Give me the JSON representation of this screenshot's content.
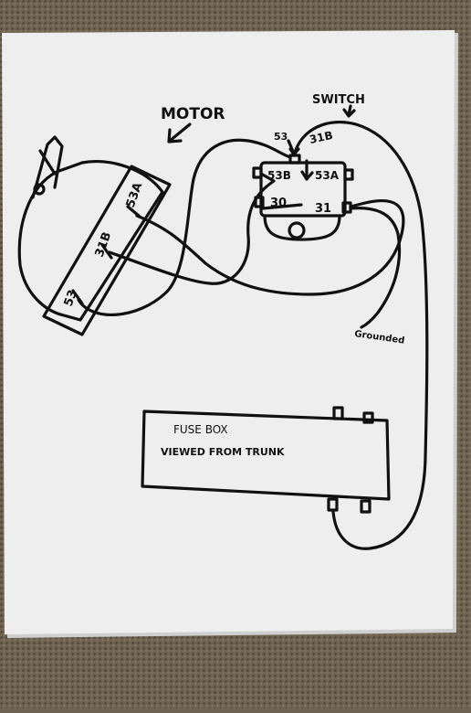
{
  "colors": {
    "carpet": "#6f6452",
    "carpet_dark": "#4a4236",
    "paper": "#eeeeee",
    "paper_shadow": "#cfcfcf",
    "ink": "#111111"
  },
  "labels": {
    "motor": "MOTOR",
    "switch": "SWITCH",
    "motor_terminal_53a": "53A",
    "motor_terminal_31b": "31B",
    "motor_terminal_53": "53",
    "switch_terminal_53": "53",
    "switch_terminal_31b": "31B",
    "switch_terminal_53b": "53B",
    "switch_terminal_53a": "53A",
    "switch_terminal_30": "30",
    "switch_terminal_31": "31",
    "grounded": "Grounded",
    "fuse_box_line1": "FUSE BOX",
    "fuse_box_line2": "VIEWED FROM TRUNK"
  }
}
